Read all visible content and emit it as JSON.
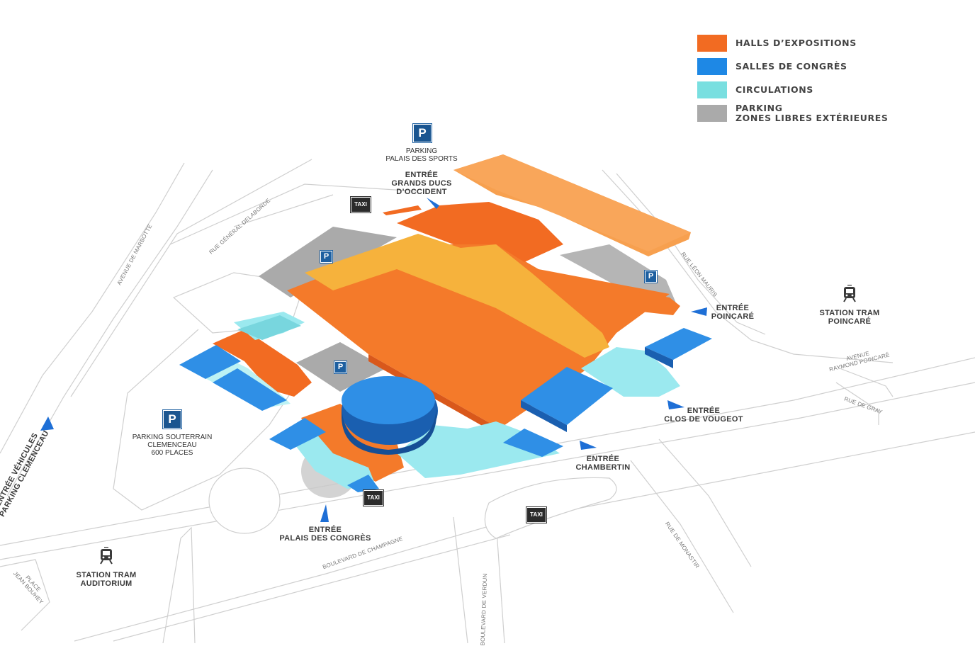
{
  "legend": [
    {
      "label": "HALLS D’EXPOSITIONS",
      "color": "#f26b22"
    },
    {
      "label": "SALLES DE CONGRÈS",
      "color": "#1e88e5"
    },
    {
      "label": "CIRCULATIONS",
      "color": "#79dfe0"
    },
    {
      "label": "PARKING",
      "label2": "ZONES LIBRES EXTÉRIEURES",
      "color": "#aaaaaa"
    }
  ],
  "colors": {
    "hall": "#f47a2a",
    "hall_dark": "#d9581b",
    "hall_light": "#f7a04f",
    "hall_yellow": "#f6b23c",
    "congress": "#2f8fe6",
    "congress_dark": "#1a5fb0",
    "circulation": "#9be9ef",
    "circulation_dark": "#5cc7d4",
    "parking": "#aaaaaa",
    "road_line": "#cfcfcf",
    "parking_tag": "#1d5fa0",
    "taxi_tag": "#2b2b2b"
  },
  "parkings": {
    "palais_sports": {
      "symbol": "P",
      "line1": "PARKING",
      "line2": "PALAIS DES SPORTS"
    },
    "clemenceau": {
      "symbol": "P",
      "line1": "PARKING SOUTERRAIN",
      "line2": "CLEMENCEAU",
      "line3": "600 PLACES"
    },
    "small": "P"
  },
  "taxi": "TAXI",
  "entrances": {
    "grands_ducs": {
      "line1": "ENTRÉE",
      "line2": "GRANDS DUCS",
      "line3": "D’OCCIDENT"
    },
    "poincare": {
      "line1": "ENTRÉE",
      "line2": "POINCARÉ"
    },
    "clos_vougeot": {
      "line1": "ENTRÉE",
      "line2": "CLOS DE VOUGEOT"
    },
    "chambertin": {
      "line1": "ENTRÉE",
      "line2": "CHAMBERTIN"
    },
    "palais_congres": {
      "line1": "ENTRÉE",
      "line2": "PALAIS DES CONGRÈS"
    },
    "vehicules": {
      "line1": "ENTRÉE VÉHICULES",
      "line2": "PARKING CLEMENCEAU"
    }
  },
  "trams": {
    "poincare": {
      "line1": "STATION TRAM",
      "line2": "POINCARÉ"
    },
    "auditorium": {
      "line1": "STATION TRAM",
      "line2": "AUDITORIUM"
    }
  },
  "roads": {
    "marbotte": "AVENUE DE MARBOTTE",
    "delaborde": "RUE GÉNÉRAL DELABORDE",
    "leon_mauris": "RUE LÉON MAURIS",
    "raymond_poincare_1": "AVENUE",
    "raymond_poincare_2": "RAYMOND POINCARÉ",
    "gray": "RUE DE GRAY",
    "monastir": "RUE DE MONASTIR",
    "champagne": "BOULEVARD DE CHAMPAGNE",
    "verdun": "BOULEVARD DE VERDUN",
    "place_1": "PLACE",
    "place_2": "JEAN BOUHEY"
  }
}
